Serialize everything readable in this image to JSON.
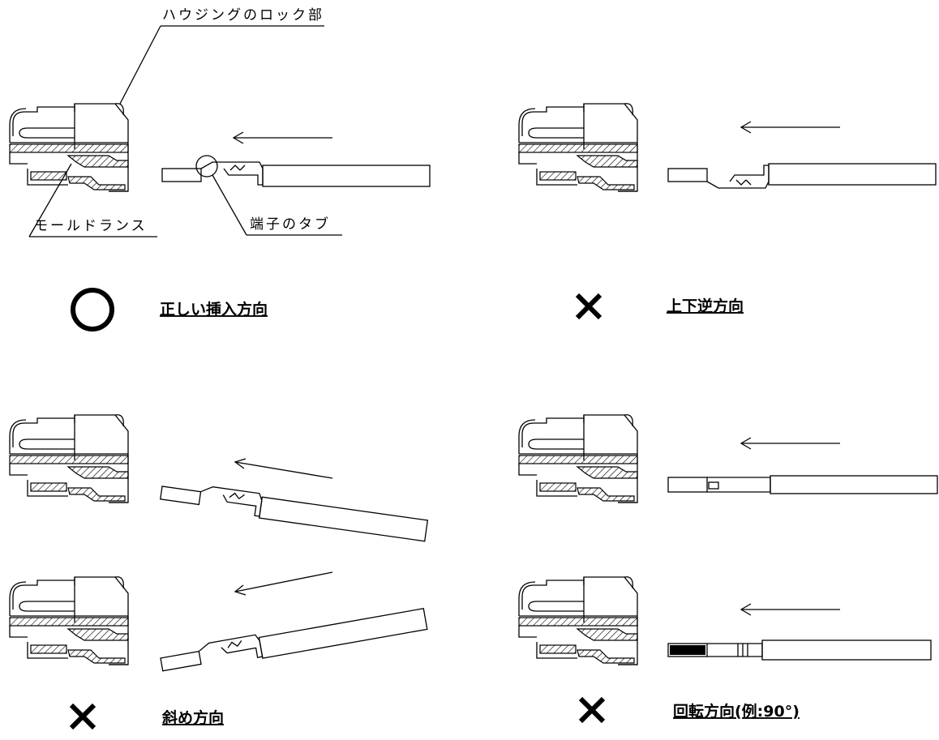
{
  "annotations": {
    "housing_lock": "ハウジングのロック部",
    "mold_lance": "モールドランス",
    "terminal_tab": "端子のタブ"
  },
  "panels": [
    {
      "key": "correct",
      "mark": "circle",
      "caption": "正しい挿入方向"
    },
    {
      "key": "upside_down",
      "mark": "cross",
      "caption": "上下逆方向"
    },
    {
      "key": "oblique",
      "mark": "cross",
      "caption": "斜め方向"
    },
    {
      "key": "rotated",
      "mark": "cross",
      "caption": "回転方向(例:90°)"
    }
  ]
}
